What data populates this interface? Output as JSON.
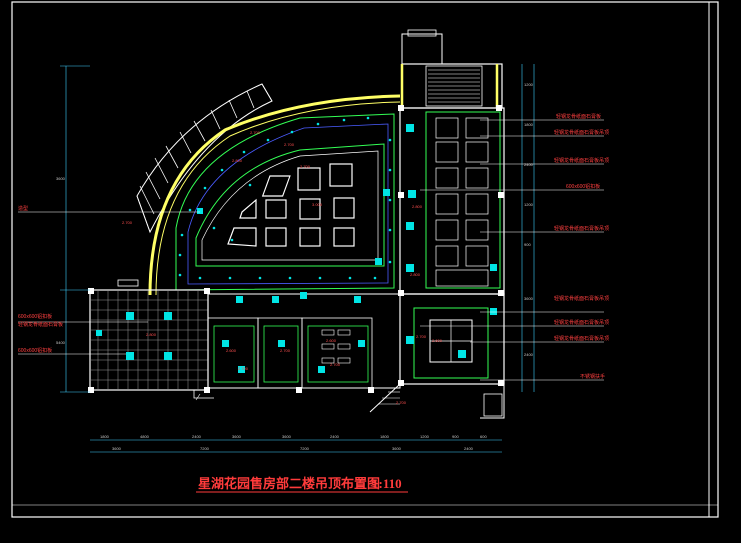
{
  "drawing": {
    "title": "星湖花园售房部二楼吊顶布置图",
    "scale": "1:110",
    "colors": {
      "background": "#000000",
      "frame": "#ffffff",
      "wall": "#ffffff",
      "green_line": "#33ff55",
      "cyan": "#00e5e5",
      "yellow": "#ffff66",
      "red": "#ff3b3b",
      "dim_line": "#3fd0ff",
      "blue_line": "#4a5cff"
    },
    "icons": {
      "light_fixture": "cyan-square",
      "downlight": "cyan-dot",
      "column": "white-square"
    }
  },
  "annotations": {
    "right": [
      {
        "text": "轻钢龙骨纸面石膏板"
      },
      {
        "text": "轻钢龙骨纸面石膏板吊顶"
      },
      {
        "text": "轻钢龙骨纸面石膏板吊顶"
      },
      {
        "text": "600x600铝扣板"
      },
      {
        "text": "轻钢龙骨纸面石膏板吊顶"
      },
      {
        "text": "轻钢龙骨纸面石膏板吊顶"
      },
      {
        "text": "轻钢龙骨纸面石膏板吊顶"
      },
      {
        "text": "轻钢龙骨纸面石膏板吊顶"
      },
      {
        "text": "不锈钢扶手"
      }
    ],
    "left": [
      {
        "text": "造型"
      },
      {
        "text": "600x600铝扣板"
      },
      {
        "text": "轻钢龙骨纸面石膏板"
      },
      {
        "text": "600x600铝扣板"
      }
    ]
  },
  "dimensions": {
    "bottom_top_row": [
      "1800",
      "4800",
      "2400",
      "3600",
      "3600",
      "2400",
      "1800",
      "1200",
      "900",
      "600"
    ],
    "bottom_bottom_row": [
      "3600",
      "7200",
      "7200",
      "3600",
      "2400"
    ],
    "left_column": [
      "3600",
      "5400"
    ],
    "right_column": [
      "1200",
      "1800",
      "2400",
      "1200",
      "900",
      "3600",
      "2400"
    ]
  },
  "ceiling_heights": {
    "tags": [
      "2.700",
      "2.700",
      "2.800",
      "2.700",
      "3.000",
      "2.800",
      "2.800",
      "2.800",
      "2.700",
      "2.600",
      "2.700",
      "2.600",
      "2.700",
      "2.600",
      "2.700",
      "2.700",
      "2.700"
    ]
  }
}
